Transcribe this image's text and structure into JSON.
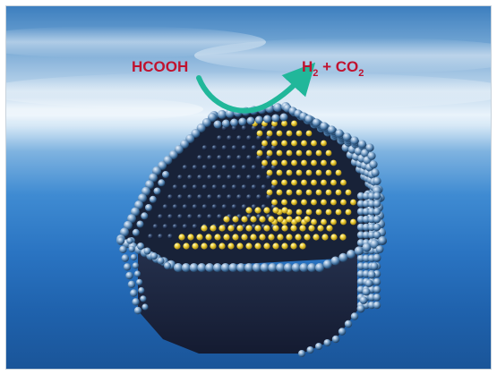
{
  "scene": {
    "reactant_label": "HCOOH",
    "product_label": {
      "h_prefix": "H",
      "h_subscript": "2",
      "joiner": " + CO",
      "co_subscript": "2"
    }
  },
  "colors": {
    "label": "#c0132f",
    "arrow": "#21b79a",
    "atom_blue": "#3f6f9e",
    "atom_dark": "#14203a",
    "atom_gold": "#f2d43a",
    "crystal_bottom": "#1b2540"
  },
  "icons": {
    "reaction_arrow": "curved-arrow-icon"
  }
}
